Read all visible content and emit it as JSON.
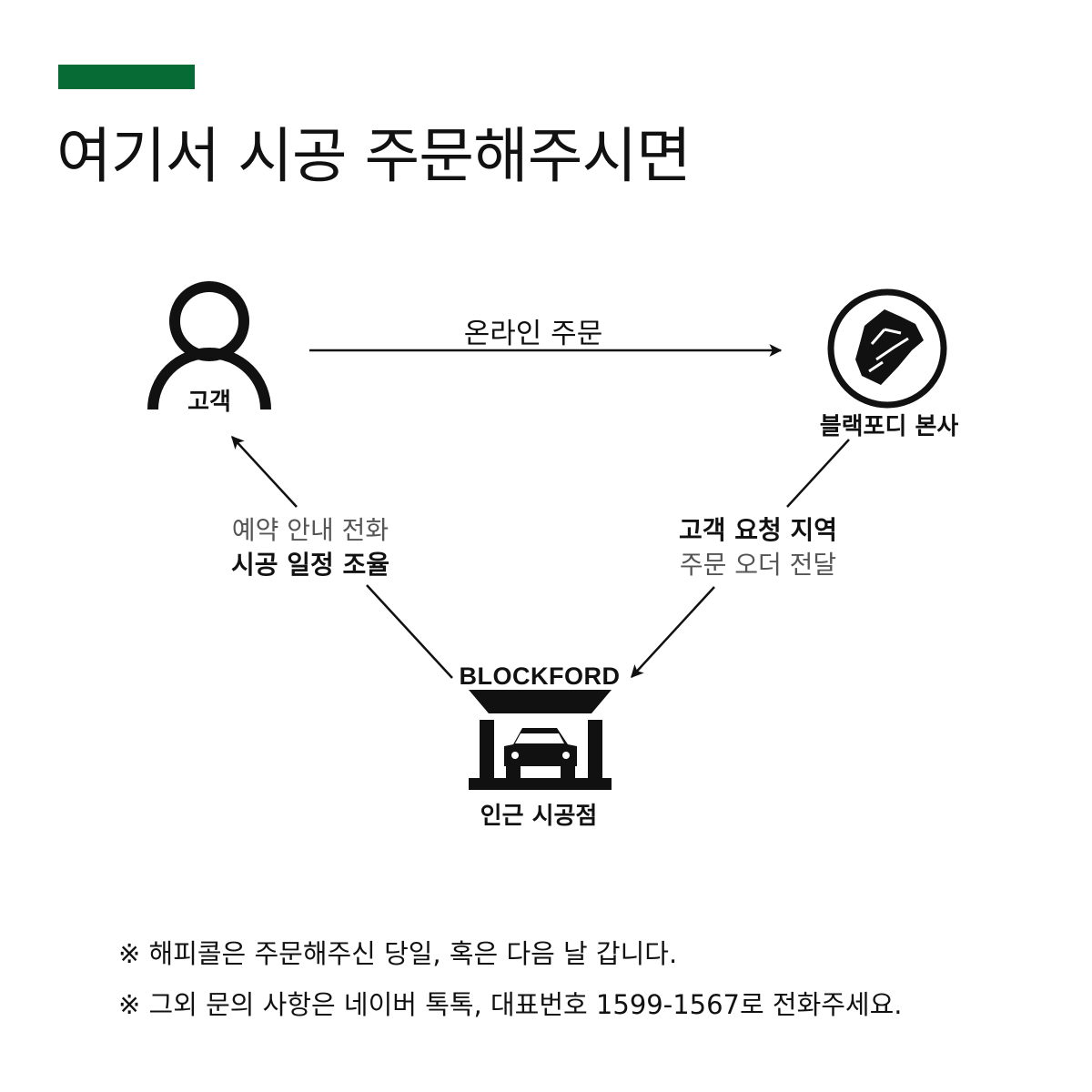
{
  "header": {
    "title": "여기서 시공 주문해주시면",
    "accent_color": "#066b35"
  },
  "nodes": {
    "customer": {
      "label": "고객",
      "icon": "person-icon"
    },
    "hq": {
      "label": "블랙포디 본사",
      "icon": "blockford-emblem-icon"
    },
    "shop": {
      "label": "인근 시공점",
      "brand": "BLOCKFORD",
      "icon": "car-garage-icon"
    }
  },
  "edges": {
    "customer_to_hq": {
      "label": "온라인 주문"
    },
    "hq_to_shop": {
      "line1": "고객 요청 지역",
      "line2": "주문 오더 전달"
    },
    "shop_to_customer": {
      "line1": "예약 안내 전화",
      "line2": "시공 일정 조율"
    }
  },
  "notes": [
    "※ 해피콜은 주문해주신 당일, 혹은 다음 날 갑니다.",
    "※ 그외 문의 사항은 네이버 톡톡, 대표번호 1599-1567로 전화주세요."
  ]
}
